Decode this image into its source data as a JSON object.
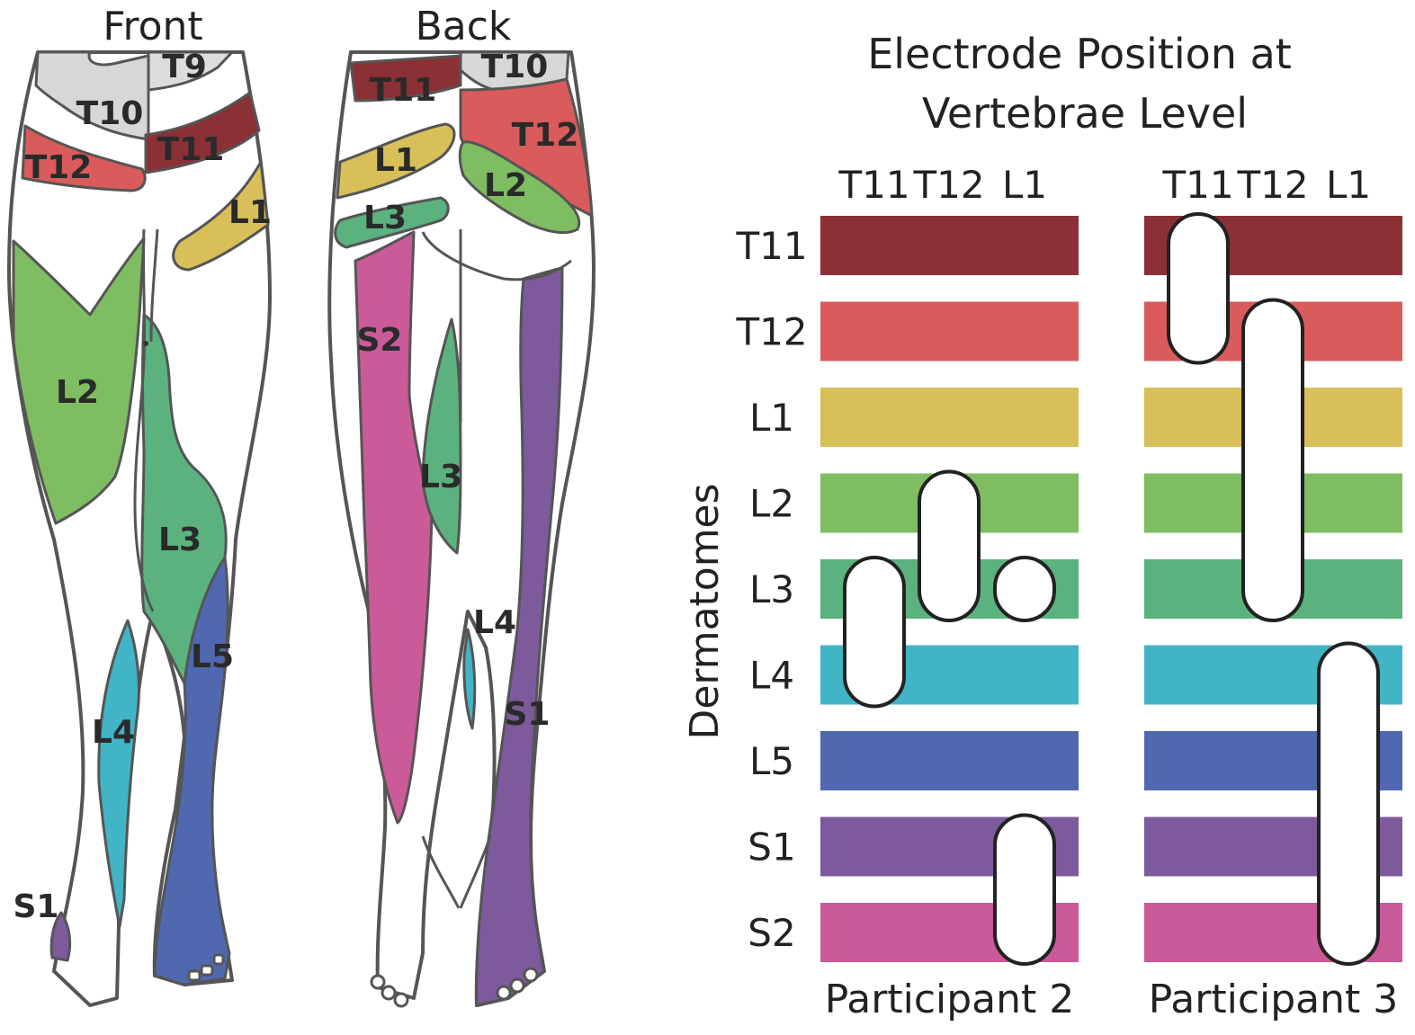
{
  "views": {
    "front": "Front",
    "back": "Back"
  },
  "colors": {
    "T9": "#dcdcdc",
    "T10": "#d7d7d7",
    "T11": "#8b3035",
    "T12": "#d95b5b",
    "L1": "#d8bf5a",
    "L2": "#7ebd62",
    "L3": "#5bb27e",
    "L4": "#41b5c5",
    "L5": "#5068af",
    "S1": "#7c5a9b",
    "S2": "#cb5a98"
  },
  "front_labels": {
    "T9": "T9",
    "T10": "T10",
    "T11": "T11",
    "T12": "T12",
    "L1": "L1",
    "L2": "L2",
    "L3": "L3",
    "L4": "L4",
    "L5": "L5",
    "S1": "S1"
  },
  "back_labels": {
    "T10": "T10",
    "T11": "T11",
    "T12": "T12",
    "L1": "L1",
    "L2": "L2",
    "L3_upper": "L3",
    "S2": "S2",
    "L3_lower": "L3",
    "L4": "L4",
    "S1": "S1"
  },
  "chart_data": {
    "type": "heatmap",
    "title_lines": [
      "Electrode Position at",
      "Vertebrae Level"
    ],
    "ylabel": "Dermatomes",
    "rows": [
      "T11",
      "T12",
      "L1",
      "L2",
      "L3",
      "L4",
      "L5",
      "S1",
      "S2"
    ],
    "columns": [
      "T11",
      "T12",
      "L1"
    ],
    "participants": [
      {
        "name": "Participant 2",
        "electrodes": [
          {
            "column": "T11",
            "from": "L3",
            "to": "L4"
          },
          {
            "column": "T12",
            "from": "L2",
            "to": "L3"
          },
          {
            "column": "L1",
            "from": "L3",
            "to": "L3"
          },
          {
            "column": "L1",
            "from": "S1",
            "to": "S2"
          }
        ]
      },
      {
        "name": "Participant 3",
        "electrodes": [
          {
            "column": "T11",
            "from": "T11",
            "to": "T12"
          },
          {
            "column": "T12",
            "from": "T12",
            "to": "L3"
          },
          {
            "column": "L1",
            "from": "L4",
            "to": "S2"
          }
        ]
      }
    ]
  }
}
